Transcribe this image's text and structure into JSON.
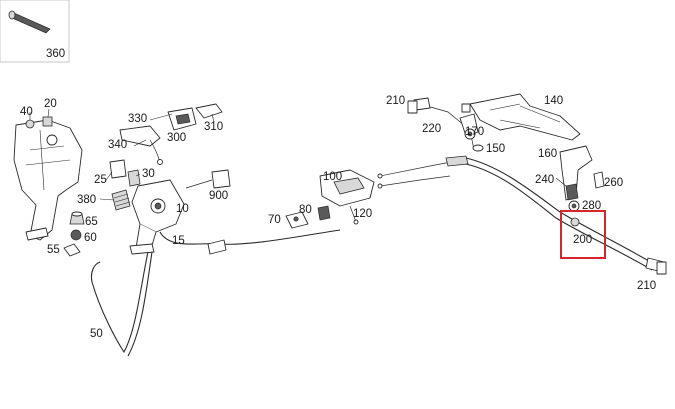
{
  "diagram": {
    "highlight_color": "#d6262b",
    "line_color": "#2a2a2a",
    "labels": {
      "p360": "360",
      "p40": "40",
      "p20": "20",
      "p330": "330",
      "p310": "310",
      "p300": "300",
      "p340": "340",
      "p25": "25",
      "p30": "30",
      "p380": "380",
      "p10": "10",
      "p65": "65",
      "p60": "60",
      "p55": "55",
      "p15": "15",
      "p900": "900",
      "p50": "50",
      "p70": "70",
      "p80": "80",
      "p100": "100",
      "p120": "120",
      "p210a": "210",
      "p220": "220",
      "p170": "170",
      "p150": "150",
      "p140": "140",
      "p160": "160",
      "p240": "240",
      "p260": "260",
      "p280": "280",
      "p200": "200",
      "p210b": "210"
    }
  }
}
